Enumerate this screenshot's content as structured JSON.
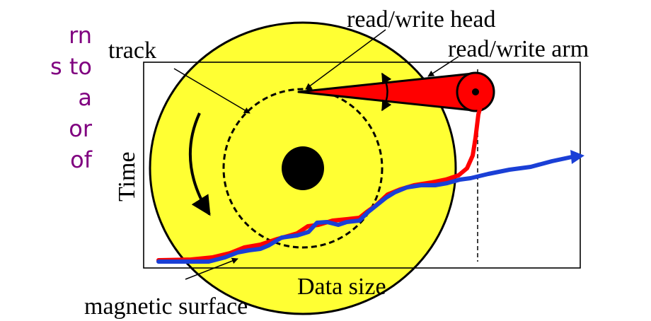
{
  "side_text": {
    "lines": [
      "rn",
      "s to",
      "a",
      "or",
      "of"
    ],
    "color": "#800080"
  },
  "labels": {
    "read_write_head": "read/write head",
    "track": "track",
    "read_write_arm": "read/write arm",
    "time_axis": "Time",
    "data_size_axis": "Data size",
    "magnetic_surface": "magnetic surface"
  },
  "colors": {
    "disk": "#ffff33",
    "arm": "#ff0000",
    "curve_red": "#ff0000",
    "curve_blue": "#1a3fd6",
    "spindle": "#000000"
  }
}
